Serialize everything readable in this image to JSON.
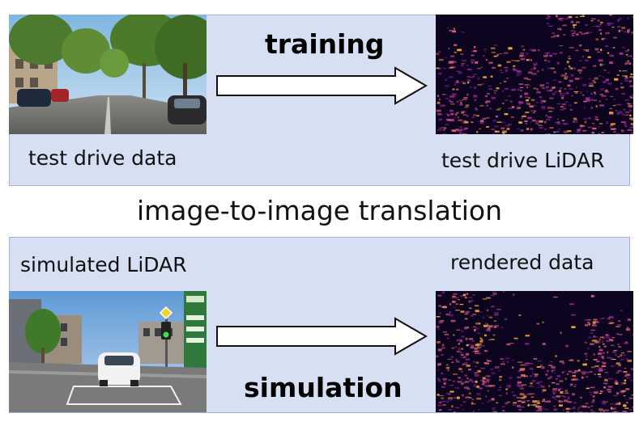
{
  "top_panel": {
    "left_caption": "test drive data",
    "right_caption": "test drive LiDAR",
    "arrow_label": "training"
  },
  "middle": {
    "title": "image-to-image translation"
  },
  "bottom_panel": {
    "left_caption": "simulated LiDAR",
    "right_caption": "rendered data",
    "arrow_label": "simulation"
  },
  "colors": {
    "panel_fill": "#d6e0f2",
    "panel_border": "#9db2d6",
    "lidar_dark": "#0d0420",
    "lidar_mid": "#7a1e8c",
    "lidar_bright": "#f6a63e"
  }
}
